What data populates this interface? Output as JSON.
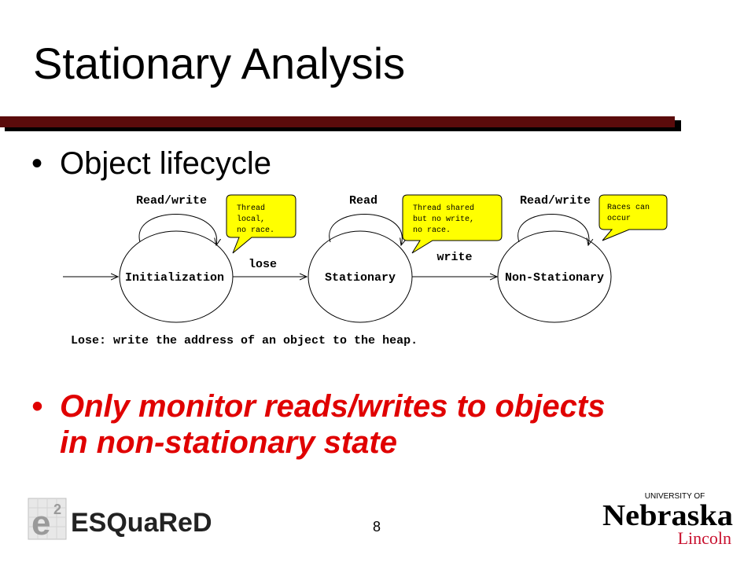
{
  "slide": {
    "title": "Stationary Analysis",
    "bullet1": "Object lifecycle",
    "bullet2_line1": "Only monitor reads/writes to objects",
    "bullet2_line2": "in non-stationary state",
    "page_number": "8",
    "bullet_char": "•"
  },
  "diagram": {
    "states": [
      {
        "label": "Initialization",
        "loop_label": "Read/write"
      },
      {
        "label": "Stationary",
        "loop_label": "Read"
      },
      {
        "label": "Non-Stationary",
        "loop_label": "Read/write"
      }
    ],
    "transitions": [
      {
        "label": "lose"
      },
      {
        "label": "write"
      }
    ],
    "callouts": [
      {
        "lines": [
          "Thread",
          "local,",
          "no race."
        ]
      },
      {
        "lines": [
          "Thread shared",
          "but no write,",
          "no race."
        ]
      },
      {
        "lines": [
          "Races can",
          "occur"
        ]
      }
    ],
    "note": "Lose: write the address of an object to the heap.",
    "callout_color": "#ffff00"
  },
  "logos": {
    "esquared_text": "ESQuaReD",
    "esquared_mark": "e",
    "esquared_sup": "2",
    "nebraska_top": "UNIVERSITY OF",
    "nebraska_main": "Nebraska",
    "nebraska_sub": "Lincoln",
    "nebraska_color": "#c8102e"
  }
}
